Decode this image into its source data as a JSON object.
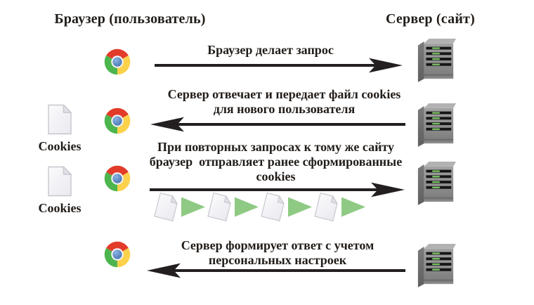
{
  "headers": {
    "left": "Браузер (пользователь)",
    "right": "Сервер (сайт)"
  },
  "rows": [
    {
      "lines": [
        "Браузер делает запрос"
      ],
      "arrow_direction": "right",
      "from": "browser",
      "to": "server"
    },
    {
      "lines": [
        "Сервер отвечает и передает файл cookies",
        "для нового пользователя"
      ],
      "arrow_direction": "left",
      "from": "server",
      "to": "browser"
    },
    {
      "lines": [
        "При повторных запросах к тому же сайту",
        "браузер  отправляет ранее сформированные",
        "cookies"
      ],
      "arrow_direction": "right",
      "from": "browser",
      "to": "server"
    },
    {
      "lines": [
        "Сервер формирует ответ с учетом",
        "персональных настроек"
      ],
      "arrow_direction": "left",
      "from": "server",
      "to": "browser"
    }
  ],
  "cookie_files": [
    {
      "label": "Cookies"
    },
    {
      "label": "Cookies"
    }
  ],
  "flow_sequence": [
    "document",
    "triangle",
    "document",
    "triangle",
    "document",
    "triangle",
    "document",
    "triangle"
  ],
  "icons": {
    "browser": "chrome-icon",
    "server": "server-tower-icon",
    "cookie_file": "document-icon",
    "flow_arrow": "green-triangle-icon"
  },
  "colors": {
    "background": "#ffffff",
    "text": "#211c18",
    "arrow": "#231f20",
    "flow-triangle": "#8fca84",
    "chrome-red": "#e33b2a",
    "chrome-yellow": "#fcd14b",
    "chrome-green": "#4db54e",
    "chrome-blue": "#4d82c2",
    "server-top": "#b2b2b2",
    "server-slot": "#161616",
    "server-led": "#7cc466",
    "doc-border": "#c6c6cd"
  }
}
